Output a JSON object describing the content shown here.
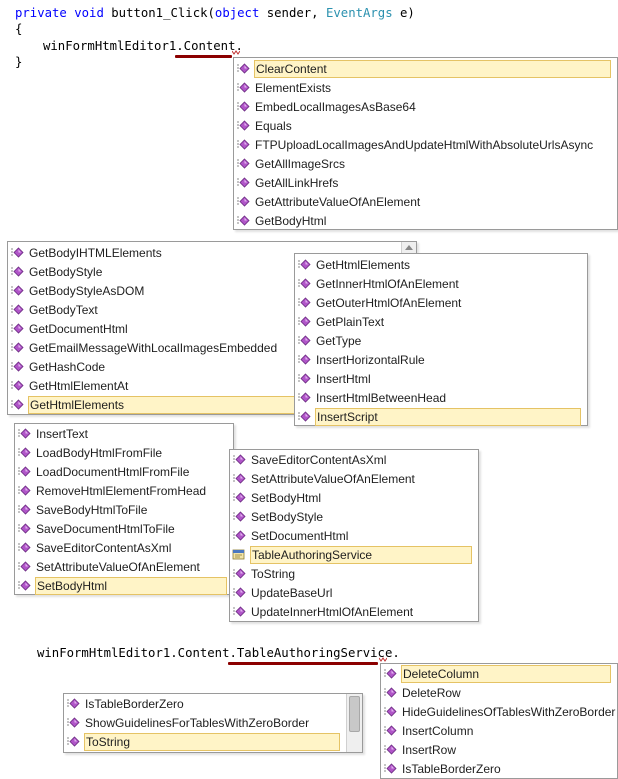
{
  "code": {
    "line1_kw1": "private",
    "line1_kw2": "void",
    "line1_method": "button1_Click(",
    "line1_kw3": "object",
    "line1_p1": "sender,",
    "line1_type": "EventArgs",
    "line1_p2": "e)",
    "line2": "{",
    "line3": "winFormHtmlEditor1.Content.",
    "line4": "}",
    "line5_prefix": "winFormHtmlEditor1.Content.",
    "line5_member": "TableAuthoringService",
    "line5_dot": "."
  },
  "icons": {
    "method": "method-icon",
    "service": "service-icon"
  },
  "colors": {
    "selection_bg": "#fff4c7",
    "selection_border": "#e5c365",
    "squiggle": "#8b0000",
    "keyword": "#0000ff",
    "type": "#2b91af"
  },
  "popup1": {
    "items": [
      {
        "label": "ClearContent",
        "selected": true
      },
      {
        "label": "ElementExists"
      },
      {
        "label": "EmbedLocalImagesAsBase64"
      },
      {
        "label": "Equals"
      },
      {
        "label": "FTPUploadLocalImagesAndUpdateHtmlWithAbsoluteUrlsAsync"
      },
      {
        "label": "GetAllImageSrcs"
      },
      {
        "label": "GetAllLinkHrefs"
      },
      {
        "label": "GetAttributeValueOfAnElement"
      },
      {
        "label": "GetBodyHtml"
      }
    ]
  },
  "popup2": {
    "items": [
      {
        "label": "GetBodyIHTMLElements"
      },
      {
        "label": "GetBodyStyle"
      },
      {
        "label": "GetBodyStyleAsDOM"
      },
      {
        "label": "GetBodyText"
      },
      {
        "label": "GetDocumentHtml"
      },
      {
        "label": "GetEmailMessageWithLocalImagesEmbedded"
      },
      {
        "label": "GetHashCode"
      },
      {
        "label": "GetHtmlElementAt"
      },
      {
        "label": "GetHtmlElements",
        "selected": true
      }
    ]
  },
  "popup3": {
    "items": [
      {
        "label": "GetHtmlElements"
      },
      {
        "label": "GetInnerHtmlOfAnElement"
      },
      {
        "label": "GetOuterHtmlOfAnElement"
      },
      {
        "label": "GetPlainText"
      },
      {
        "label": "GetType"
      },
      {
        "label": "InsertHorizontalRule"
      },
      {
        "label": "InsertHtml"
      },
      {
        "label": "InsertHtmlBetweenHead"
      },
      {
        "label": "InsertScript",
        "selected": true
      }
    ]
  },
  "popup4": {
    "items": [
      {
        "label": "InsertText"
      },
      {
        "label": "LoadBodyHtmlFromFile"
      },
      {
        "label": "LoadDocumentHtmlFromFile"
      },
      {
        "label": "RemoveHtmlElementFromHead"
      },
      {
        "label": "SaveBodyHtmlToFile"
      },
      {
        "label": "SaveDocumentHtmlToFile"
      },
      {
        "label": "SaveEditorContentAsXml"
      },
      {
        "label": "SetAttributeValueOfAnElement"
      },
      {
        "label": "SetBodyHtml",
        "selected": true
      }
    ]
  },
  "popup5": {
    "items": [
      {
        "label": "SaveEditorContentAsXml"
      },
      {
        "label": "SetAttributeValueOfAnElement"
      },
      {
        "label": "SetBodyHtml"
      },
      {
        "label": "SetBodyStyle"
      },
      {
        "label": "SetDocumentHtml"
      },
      {
        "label": "TableAuthoringService",
        "selected": true,
        "icon": "service"
      },
      {
        "label": "ToString"
      },
      {
        "label": "UpdateBaseUrl"
      },
      {
        "label": "UpdateInnerHtmlOfAnElement"
      }
    ]
  },
  "popup6": {
    "items": [
      {
        "label": "DeleteColumn",
        "selected": true
      },
      {
        "label": "DeleteRow"
      },
      {
        "label": "HideGuidelinesOfTablesWithZeroBorder"
      },
      {
        "label": "InsertColumn"
      },
      {
        "label": "InsertRow"
      },
      {
        "label": "IsTableBorderZero"
      }
    ]
  },
  "popup7": {
    "items": [
      {
        "label": "IsTableBorderZero"
      },
      {
        "label": "ShowGuidelinesForTablesWithZeroBorder"
      },
      {
        "label": "ToString",
        "selected": true
      }
    ]
  }
}
